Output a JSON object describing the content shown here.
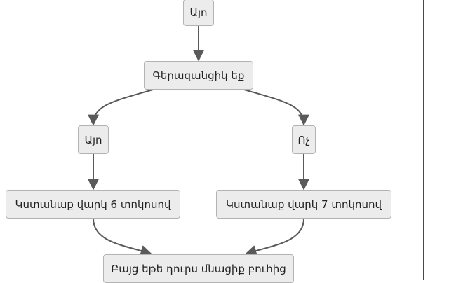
{
  "diagram": {
    "nodes": {
      "yes_top": "Այո",
      "question": "Գերազանցիկ եք",
      "yes": "Այո",
      "no": "Ոչ",
      "run6": "Կստանաք վարկ 6 տոկոսով",
      "run7": "Կստանաք վարկ 7 տոկոսով",
      "but": "Բայց եթե դուրս մնացիք բուհից"
    },
    "colors": {
      "node_fill": "#ececec",
      "node_border": "#b3b3b3",
      "edge": "#5a5a5a",
      "text": "#222222"
    }
  }
}
